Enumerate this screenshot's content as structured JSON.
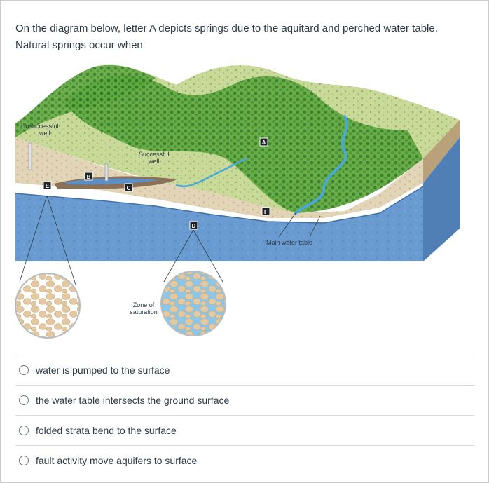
{
  "question": {
    "line1": "On the diagram below, letter A depicts springs due to the aquitard and perched water table.",
    "line2": "Natural springs occur when"
  },
  "diagram": {
    "labels": {
      "unsuccessful_well": [
        "Unsuccessful",
        "well"
      ],
      "successful_well": [
        "Successful",
        "well"
      ],
      "zone_of_saturation": [
        "Zone of",
        "saturation"
      ],
      "main_water_table": "Main water table",
      "letters": {
        "a": "A",
        "b": "B",
        "c": "C",
        "d": "D",
        "e": "E",
        "f": "F"
      }
    },
    "colors": {
      "groundwater": "#5b8fc7",
      "soil": "#d9c8a8",
      "vegetation": "#2e8b2e",
      "hills": "#a8c96a",
      "stream": "#4aa8d8"
    }
  },
  "answers": [
    {
      "text": "water is pumped to the surface",
      "selected": false
    },
    {
      "text": "the water table intersects the ground surface",
      "selected": false
    },
    {
      "text": "folded strata bend to the surface",
      "selected": false
    },
    {
      "text": "fault activity move aquifers to surface",
      "selected": false
    }
  ]
}
